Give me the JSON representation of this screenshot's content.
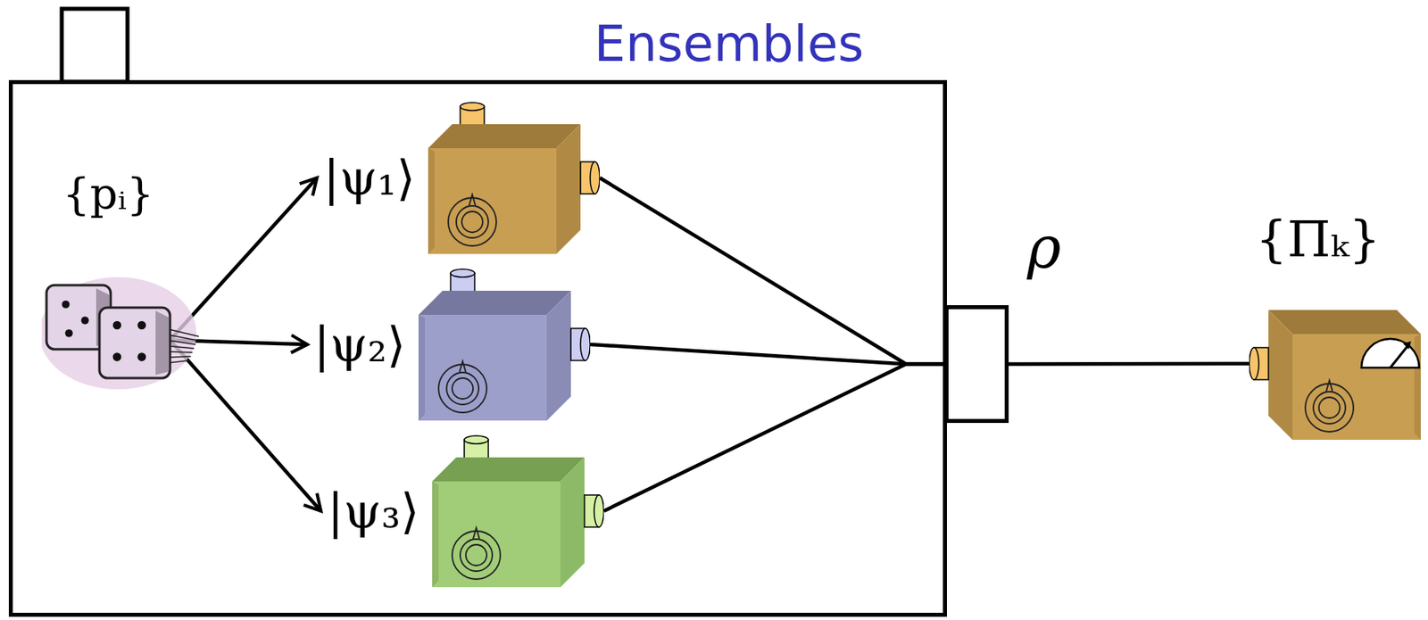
{
  "diagram": {
    "nodes": [
      {
        "text": [
          "Ensembles"
        ]
      },
      {
        "text": [
          "{pᵢ}"
        ],
        "in": 0
      },
      {
        "text": [
          "|ψ₁⟩"
        ],
        "in": 0
      },
      {
        "text": [
          "|ψ₂⟩"
        ],
        "in": 0
      },
      {
        "text": [
          "|ψ₃⟩"
        ],
        "in": 0
      },
      {
        "text": [
          "ρ"
        ]
      },
      {
        "text": [
          "{Πₖ}"
        ]
      }
    ],
    "edges": [
      {
        "from": 1,
        "to": 2,
        "arrow": "to"
      },
      {
        "from": 1,
        "to": 3,
        "arrow": "to"
      },
      {
        "from": 1,
        "to": 4,
        "arrow": "to"
      },
      {
        "from": 2,
        "to": 5,
        "arrow": "none"
      },
      {
        "from": 3,
        "to": 5,
        "arrow": "none"
      },
      {
        "from": 4,
        "to": 5,
        "arrow": "none"
      },
      {
        "from": 5,
        "to": 6,
        "arrow": "none"
      }
    ]
  }
}
